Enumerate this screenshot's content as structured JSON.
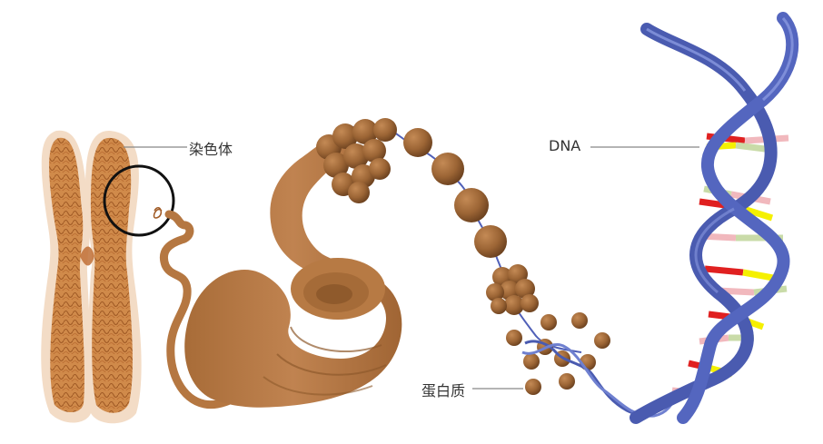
{
  "labels": {
    "chromosome": "染色体",
    "dna": "DNA",
    "protein": "蛋白质"
  },
  "colors": {
    "chromosome_fill": "#c9793d",
    "chromosome_halo": "#f3dcc6",
    "coil_fill": "#b87a45",
    "coil_shadow": "#9a6232",
    "bead_fill": "#9c6535",
    "dna_backbone": "#4a5bb0",
    "dna_backbone_light": "#6f80d0",
    "base_red": "#e02020",
    "base_yellow": "#f5f000",
    "base_pink": "#f1b8bd",
    "base_green": "#c9dba8",
    "leader_line": "#888888"
  }
}
